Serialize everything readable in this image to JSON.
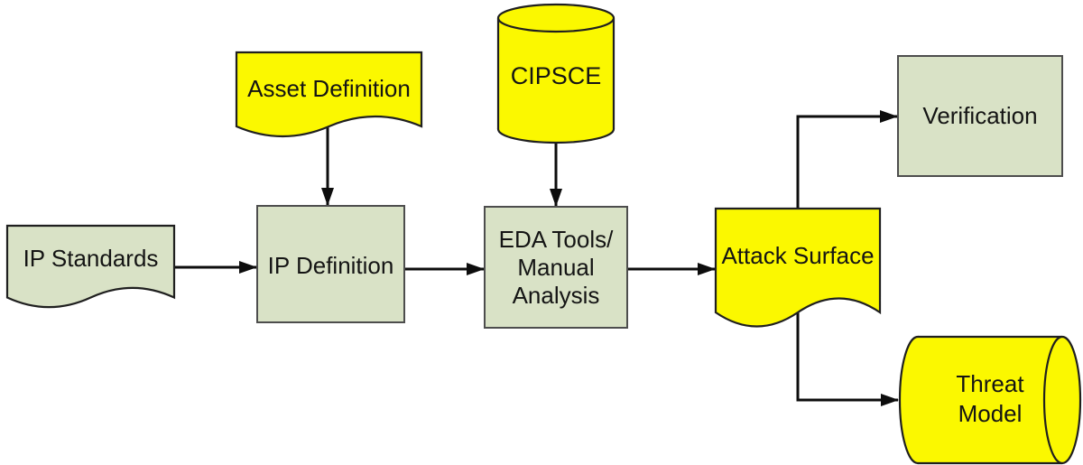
{
  "diagram": {
    "description": "Hardware security attack-surface analysis flow",
    "colors": {
      "yellow": "#FBF800",
      "green": "#D9E2C6",
      "doc_border": "#1f1f1f",
      "rect_border": "#4d4d4d",
      "arrow": "#0d0d0d",
      "text": "#141414",
      "background": "#ffffff"
    },
    "nodes": {
      "ip_standards": {
        "label": "IP Standards",
        "shape": "document",
        "fill": "green"
      },
      "asset_definition": {
        "label": "Asset Definition",
        "shape": "document",
        "fill": "yellow"
      },
      "cipsce": {
        "label": "CIPSCE",
        "shape": "cylinder-vertical",
        "fill": "yellow"
      },
      "ip_definition": {
        "label": "IP Definition",
        "shape": "process-rect",
        "fill": "green"
      },
      "eda_tools": {
        "lines": [
          "EDA Tools/",
          "Manual",
          "Analysis"
        ],
        "shape": "process-rect",
        "fill": "green"
      },
      "attack_surface": {
        "label": "Attack Surface",
        "shape": "document",
        "fill": "yellow"
      },
      "verification": {
        "label": "Verification",
        "shape": "process-rect",
        "fill": "green"
      },
      "threat_model": {
        "lines": [
          "Threat",
          "Model"
        ],
        "shape": "cylinder-horizontal",
        "fill": "yellow"
      }
    },
    "edges": [
      {
        "from": "ip_standards",
        "to": "ip_definition",
        "style": "straight"
      },
      {
        "from": "asset_definition",
        "to": "ip_definition",
        "style": "straight"
      },
      {
        "from": "cipsce",
        "to": "eda_tools",
        "style": "straight"
      },
      {
        "from": "ip_definition",
        "to": "eda_tools",
        "style": "straight"
      },
      {
        "from": "eda_tools",
        "to": "attack_surface",
        "style": "straight"
      },
      {
        "from": "attack_surface",
        "to": "verification",
        "style": "elbow-up"
      },
      {
        "from": "attack_surface",
        "to": "threat_model",
        "style": "elbow-down"
      }
    ]
  }
}
